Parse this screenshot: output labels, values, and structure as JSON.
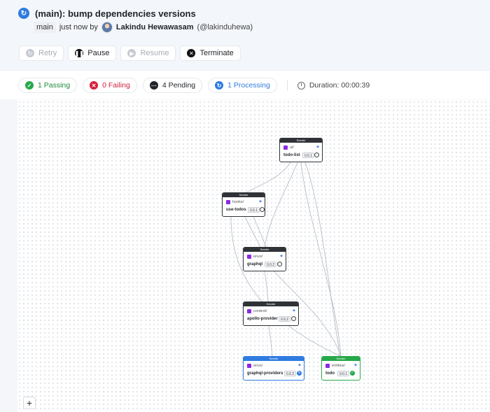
{
  "header": {
    "title": "(main): bump dependencies versions",
    "branch": "main",
    "time": "just now by",
    "author": "Lakindu Hewawasam",
    "handle": "(@lakinduhewa)"
  },
  "actions": {
    "retry": "Retry",
    "pause": "Pause",
    "resume": "Resume",
    "terminate": "Terminate"
  },
  "status": {
    "passing": "1 Passing",
    "failing": "0 Failing",
    "pending": "4 Pending",
    "processing": "1 Processing",
    "duration": "Duration: 00:00:39"
  },
  "graph": {
    "nodes": [
      {
        "header": "Seeder",
        "scope": "ui/",
        "name": "todo-list",
        "version": "0.0.1",
        "state": "pending"
      },
      {
        "header": "Seeder",
        "scope": "hooks/",
        "name": "use-todos",
        "version": "0.0.1",
        "state": "pending"
      },
      {
        "header": "Seeder",
        "scope": "envs/",
        "name": "graphql",
        "version": "0.0.2",
        "state": "pending"
      },
      {
        "header": "Seeder",
        "scope": "context/",
        "name": "apollo-provider",
        "version": "0.0.2",
        "state": "pending"
      },
      {
        "header": "Seeder",
        "scope": "envs/",
        "name": "graphql-providers",
        "version": "0.0.2",
        "state": "processing"
      },
      {
        "header": "Seeder",
        "scope": "entities/",
        "name": "todo",
        "version": "0.0.1",
        "state": "passing"
      }
    ]
  },
  "zoom": {
    "label": "+"
  },
  "colors": {
    "accent": "#2f7be0",
    "success": "#27a84a",
    "danger": "#d91e3b",
    "node": "#2f3338"
  }
}
